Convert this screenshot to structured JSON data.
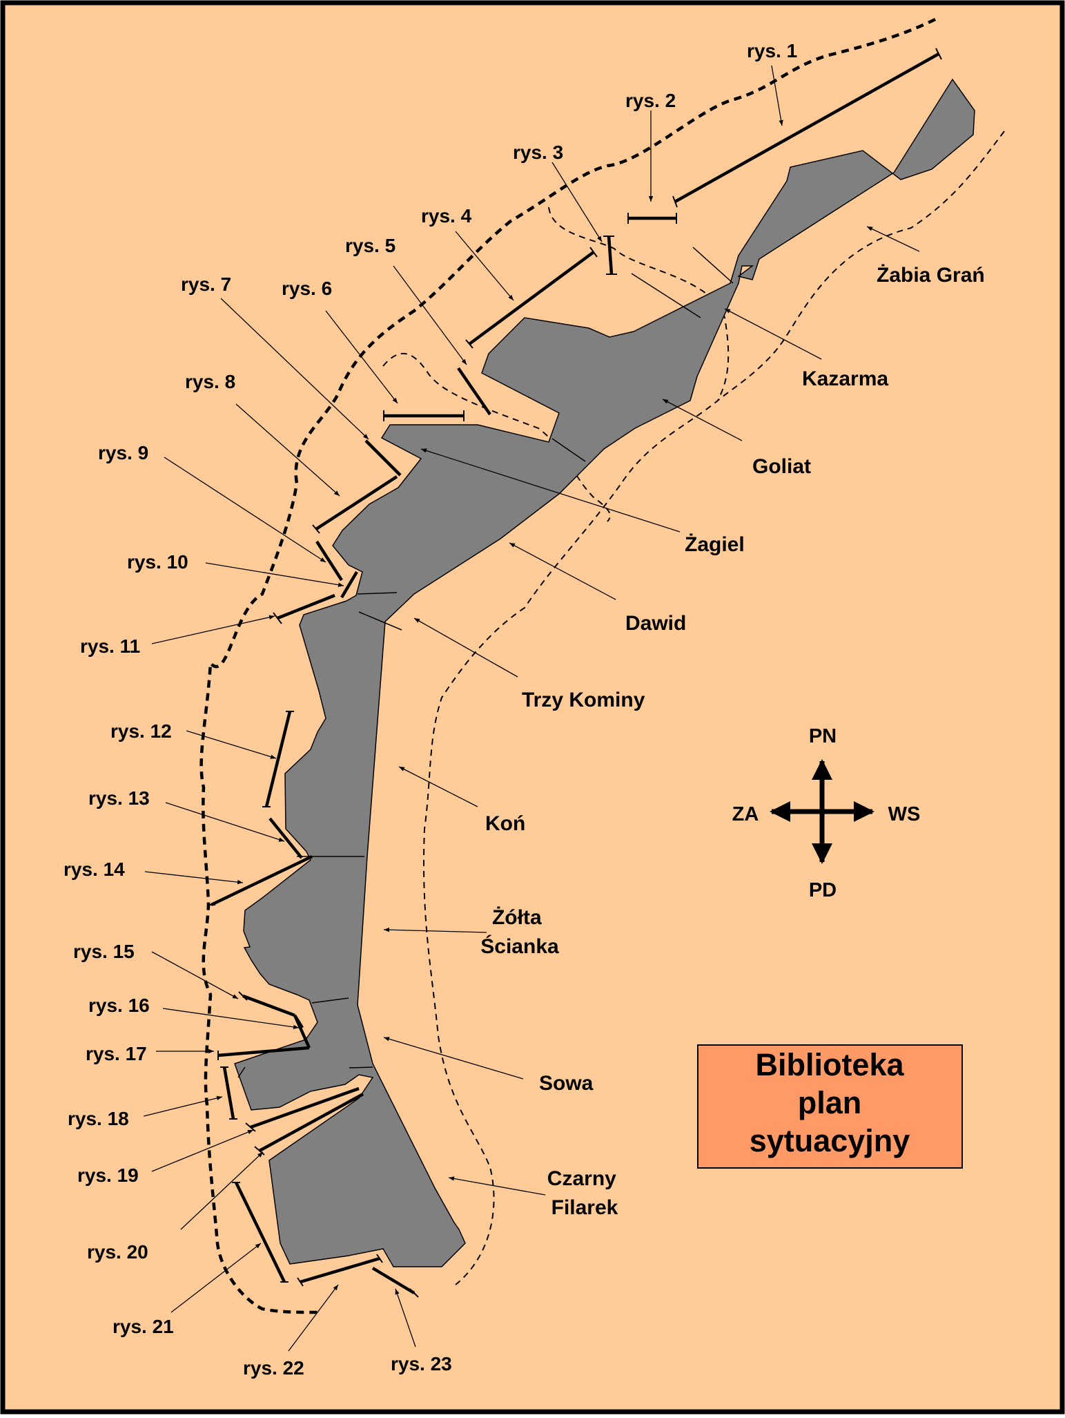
{
  "map": {
    "colors": {
      "background": "#FFCC99",
      "rock": "#808080",
      "title_box": "#FF9966",
      "lines": "#000000"
    },
    "title_lines": [
      "Biblioteka",
      "plan",
      "sytuacyjny"
    ],
    "compass": {
      "north": "PN",
      "south": "PD",
      "west": "ZA",
      "east": "WS"
    },
    "figure_labels": [
      "rys. 1",
      "rys. 2",
      "rys. 3",
      "rys. 4",
      "rys. 5",
      "rys. 6",
      "rys. 7",
      "rys. 8",
      "rys. 9",
      "rys. 10",
      "rys. 11",
      "rys. 12",
      "rys. 13",
      "rys. 14",
      "rys. 15",
      "rys. 16",
      "rys. 17",
      "rys. 18",
      "rys. 19",
      "rys. 20",
      "rys. 21",
      "rys. 22",
      "rys. 23"
    ],
    "formations": [
      {
        "name": "Żabia Grań"
      },
      {
        "name": "Kazarma"
      },
      {
        "name": "Goliat"
      },
      {
        "name": "Żagiel"
      },
      {
        "name": "Dawid"
      },
      {
        "name": "Trzy Kominy"
      },
      {
        "name": "Koń"
      },
      {
        "name": "Żółta Ścianka"
      },
      {
        "name": "Sowa"
      },
      {
        "name": "Czarny Filarek"
      }
    ]
  }
}
